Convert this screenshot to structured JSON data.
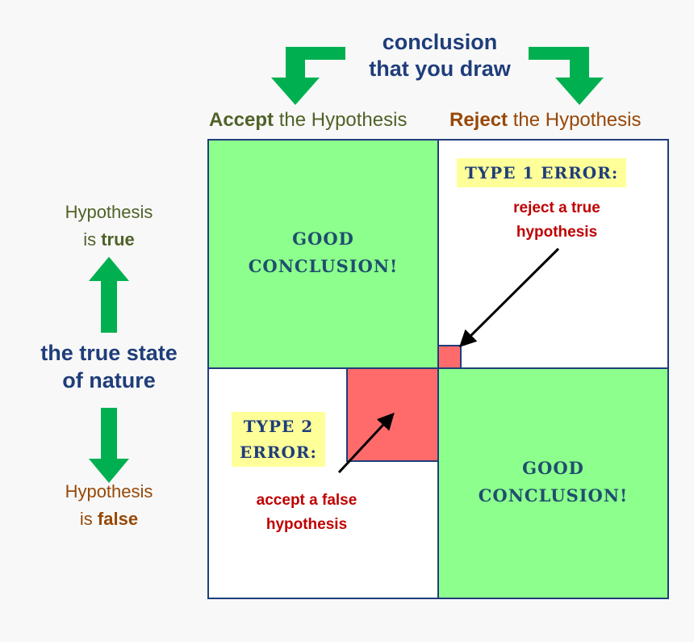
{
  "header": {
    "title_line1": "conclusion",
    "title_line2": "that you draw"
  },
  "columns": {
    "accept_bold": "Accept",
    "accept_rest": " the Hypothesis",
    "reject_bold": "Reject",
    "reject_rest": " the Hypothesis"
  },
  "rows": {
    "true_line1": "Hypothesis",
    "true_is": "is ",
    "true_word": "true",
    "false_line1": "Hypothesis",
    "false_is": "is ",
    "false_word": "false",
    "nature_line1": "the true state",
    "nature_line2": "of nature"
  },
  "cells": {
    "top_left_line1": "GOOD",
    "top_left_line2": "CONCLUSION!",
    "bottom_right_line1": "GOOD",
    "bottom_right_line2": "CONCLUSION!"
  },
  "errors": {
    "type1_title": "TYPE 1 ERROR:",
    "type1_desc_line1": "reject a true",
    "type1_desc_line2": "hypothesis",
    "type2_title_line1": "TYPE 2",
    "type2_title_line2": "ERROR:",
    "type2_desc_line1": "accept a false",
    "type2_desc_line2": "hypothesis"
  },
  "colors": {
    "green_arrow": "#00b050",
    "navy": "#1f3d7a",
    "cell_green": "#8cff8c",
    "error_red": "#ff6b6b",
    "highlight_yellow": "#ffff99"
  }
}
